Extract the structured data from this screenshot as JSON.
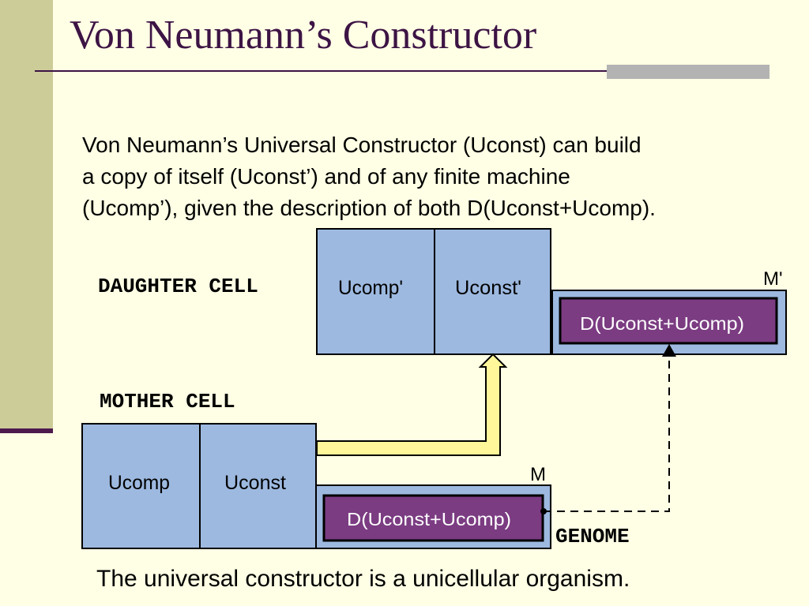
{
  "slide": {
    "title": "Von Neumann’s Constructor",
    "intro_lines": [
      "Von Neumann’s Universal Constructor (Uconst) can build",
      "a copy of itself (Uconst’) and of any finite machine",
      "(Ucomp’), given the description of both D(Uconst+Ucomp)."
    ],
    "footer": "The universal constructor is a unicellular organism."
  },
  "diagram": {
    "daughter_label": "DAUGHTER CELL",
    "mother_label": "MOTHER CELL",
    "genome_label": "GENOME",
    "daughter": {
      "ucomp": "Ucomp'",
      "uconst": "Uconst'",
      "description": "D(Uconst+Ucomp)",
      "machine_label": "M'"
    },
    "mother": {
      "ucomp": "Ucomp",
      "uconst": "Uconst",
      "description": "D(Uconst+Ucomp)",
      "machine_label": "M"
    }
  },
  "colors": {
    "background": "#FFFFE5",
    "band": "#CCCC99",
    "title": "#3D1445",
    "cell_fill": "#9DB9E0",
    "genome_fill": "#7B3C82",
    "construct_arrow": "#FFF799"
  }
}
